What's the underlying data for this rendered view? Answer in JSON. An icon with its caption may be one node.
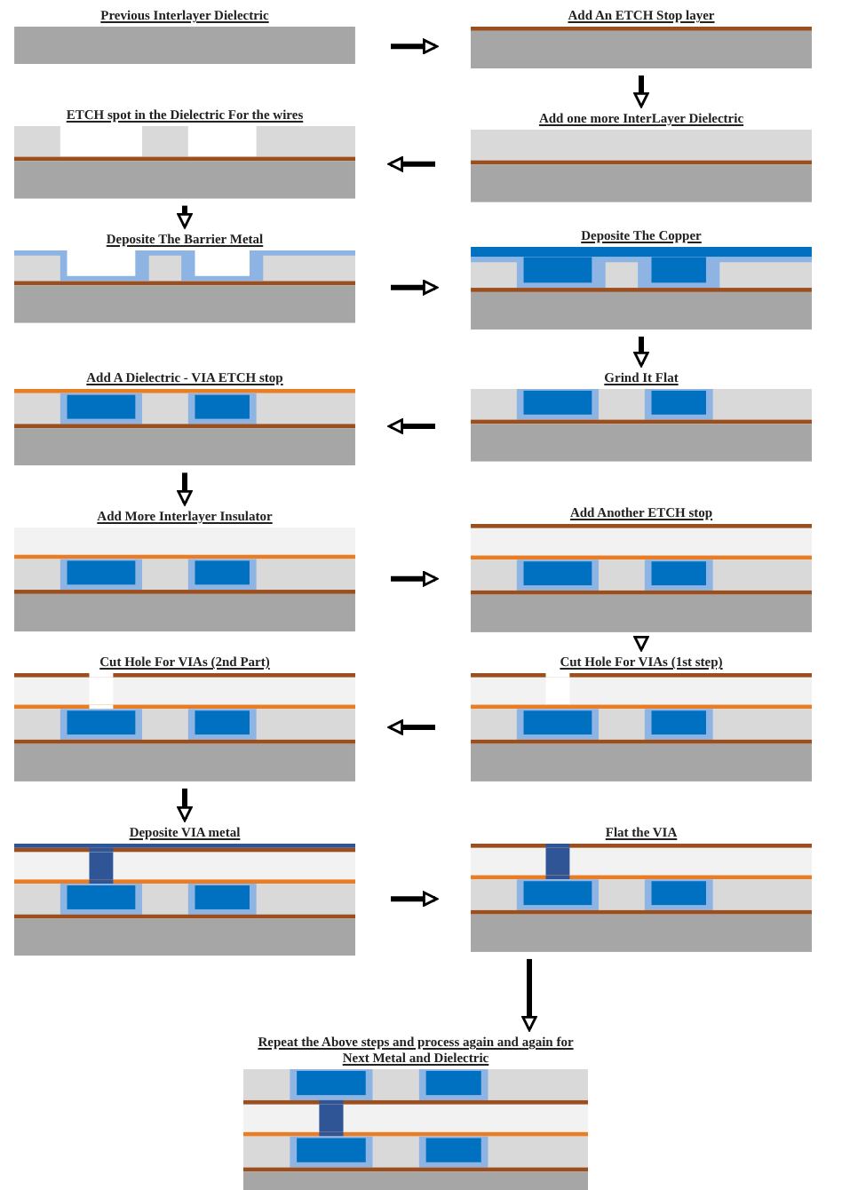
{
  "diagram": {
    "nodes": [
      {
        "text": [
          "Previous Interlayer Dielectric"
        ]
      },
      {
        "text": [
          "Add An ETCH Stop layer"
        ]
      },
      {
        "text": [
          "ETCH spot in the Dielectric For the wires"
        ]
      },
      {
        "text": [
          "Add one more InterLayer Dielectric"
        ]
      },
      {
        "text": [
          "Deposite The Barrier Metal"
        ]
      },
      {
        "text": [
          "Deposite The Copper"
        ]
      },
      {
        "text": [
          "Add A Dielectric - VIA ETCH stop"
        ]
      },
      {
        "text": [
          "Grind It Flat"
        ]
      },
      {
        "text": [
          "Add More Interlayer Insulator"
        ]
      },
      {
        "text": [
          "Add Another ETCH stop"
        ]
      },
      {
        "text": [
          "Cut Hole For VIAs (2nd Part)"
        ]
      },
      {
        "text": [
          "Cut Hole For VIAs (1st step)"
        ]
      },
      {
        "text": [
          "Deposite VIA metal"
        ]
      },
      {
        "text": [
          "Flat the VIA"
        ]
      },
      {
        "text": [
          "Repeat the Above steps and process again and again for Next Metal and Dielectric"
        ]
      }
    ],
    "edges": [
      {
        "from": 0,
        "to": 1,
        "arrow": "to"
      },
      {
        "from": 1,
        "to": 3,
        "arrow": "to"
      },
      {
        "from": 3,
        "to": 2,
        "arrow": "to"
      },
      {
        "from": 2,
        "to": 4,
        "arrow": "to"
      },
      {
        "from": 4,
        "to": 5,
        "arrow": "to"
      },
      {
        "from": 5,
        "to": 7,
        "arrow": "to"
      },
      {
        "from": 7,
        "to": 6,
        "arrow": "to"
      },
      {
        "from": 6,
        "to": 8,
        "arrow": "to"
      },
      {
        "from": 8,
        "to": 9,
        "arrow": "to"
      },
      {
        "from": 9,
        "to": 11,
        "arrow": "to"
      },
      {
        "from": 11,
        "to": 10,
        "arrow": "to"
      },
      {
        "from": 10,
        "to": 12,
        "arrow": "to"
      },
      {
        "from": 12,
        "to": 13,
        "arrow": "to"
      },
      {
        "from": 13,
        "to": 14,
        "arrow": "to"
      }
    ]
  }
}
